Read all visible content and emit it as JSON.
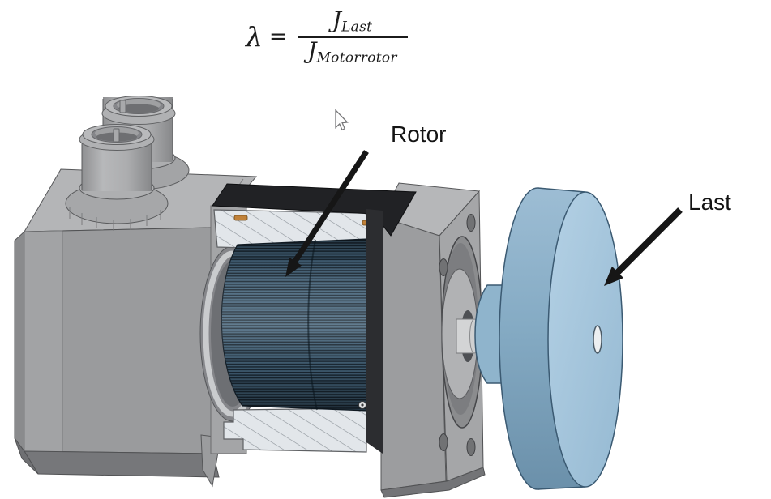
{
  "formula": {
    "lambda": "λ",
    "equals": "=",
    "numerator": {
      "main": "J",
      "sub": "Last"
    },
    "denominator": {
      "main": "J",
      "sub": "Motorrotor"
    }
  },
  "labels": {
    "rotor": "Rotor",
    "last": "Last"
  },
  "icons": {
    "cursor": "mouse-pointer-icon",
    "rotor_arrow": "annotation-arrow-icon",
    "last_arrow": "annotation-arrow-icon"
  },
  "colors": {
    "background": "#ffffff",
    "housing_front": "#9a9b9d",
    "housing_top": "#b4b5b7",
    "housing_chamfer": "#76777a",
    "cutaway_black": "#212225",
    "hatch_fill": "#e2e6ea",
    "hatch_line": "#8e959b",
    "copper": "#c08139",
    "rotor_dark": "#1c2b37",
    "rotor_light": "#44637a",
    "bearing_silver": "#c9cbcd",
    "flange_gray": "#a5a6a8",
    "shaft_gray": "#d3d4d5",
    "load_face_blue": "#a9c9e0",
    "load_side_blue": "#7fa5c0",
    "annotation_black": "#161616"
  }
}
